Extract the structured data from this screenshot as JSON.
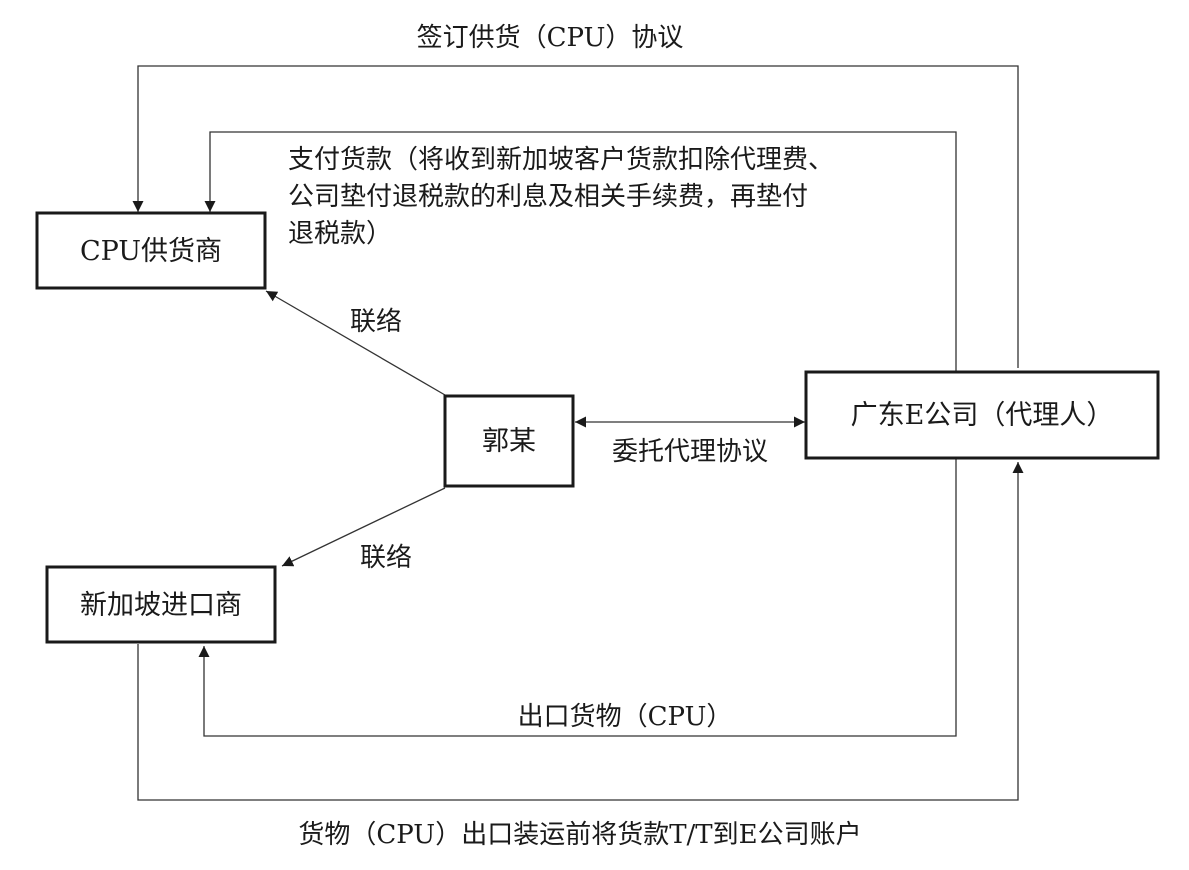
{
  "nodes": {
    "cpu_supplier": "CPU供货商",
    "singapore_importer": "新加坡进口商",
    "guo": "郭某",
    "guangdong_e": "广东E公司（代理人）"
  },
  "edges": {
    "supply_agreement": "签订供货（CPU）协议",
    "payment_line1": "支付货款（将收到新加坡客户货款扣除代理费、",
    "payment_line2": "公司垫付退税款的利息及相关手续费，再垫付",
    "payment_line3": "退税款）",
    "contact_supplier": "联络",
    "contact_importer": "联络",
    "agency_agreement": "委托代理协议",
    "export_goods": "出口货物（CPU）",
    "prepayment": "货物（CPU）出口装运前将货款T/T到E公司账户"
  }
}
